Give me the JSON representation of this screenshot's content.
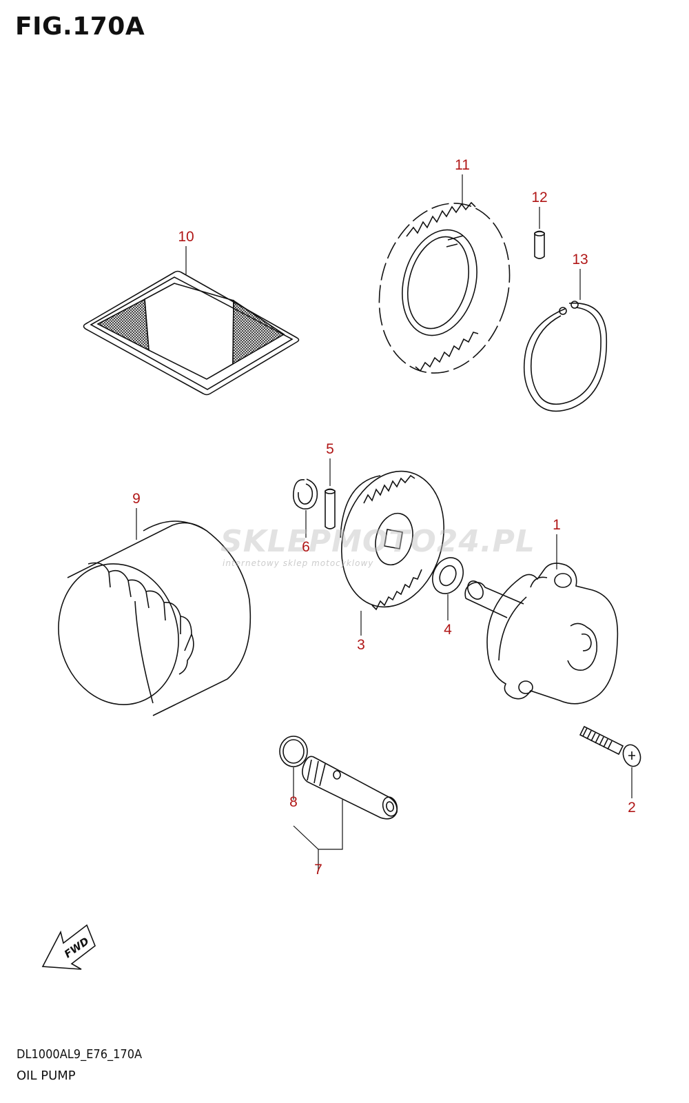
{
  "figure": {
    "title": "FIG.170A",
    "model_code": "DL1000AL9_E76_170A",
    "section_name": "OIL PUMP"
  },
  "callouts": [
    {
      "id": "1",
      "label": "1"
    },
    {
      "id": "2",
      "label": "2"
    },
    {
      "id": "3",
      "label": "3"
    },
    {
      "id": "4",
      "label": "4"
    },
    {
      "id": "5",
      "label": "5"
    },
    {
      "id": "6",
      "label": "6"
    },
    {
      "id": "7",
      "label": "7"
    },
    {
      "id": "8",
      "label": "8"
    },
    {
      "id": "9",
      "label": "9"
    },
    {
      "id": "10",
      "label": "10"
    },
    {
      "id": "11",
      "label": "11"
    },
    {
      "id": "12",
      "label": "12"
    },
    {
      "id": "13",
      "label": "13"
    }
  ],
  "fwd_badge": "FWD",
  "watermark": {
    "brand": "SKLEPMOTO24.PL",
    "tagline": "internetowy sklep motocyklowy"
  },
  "colors": {
    "callout": "#b01616",
    "line": "#111111"
  }
}
